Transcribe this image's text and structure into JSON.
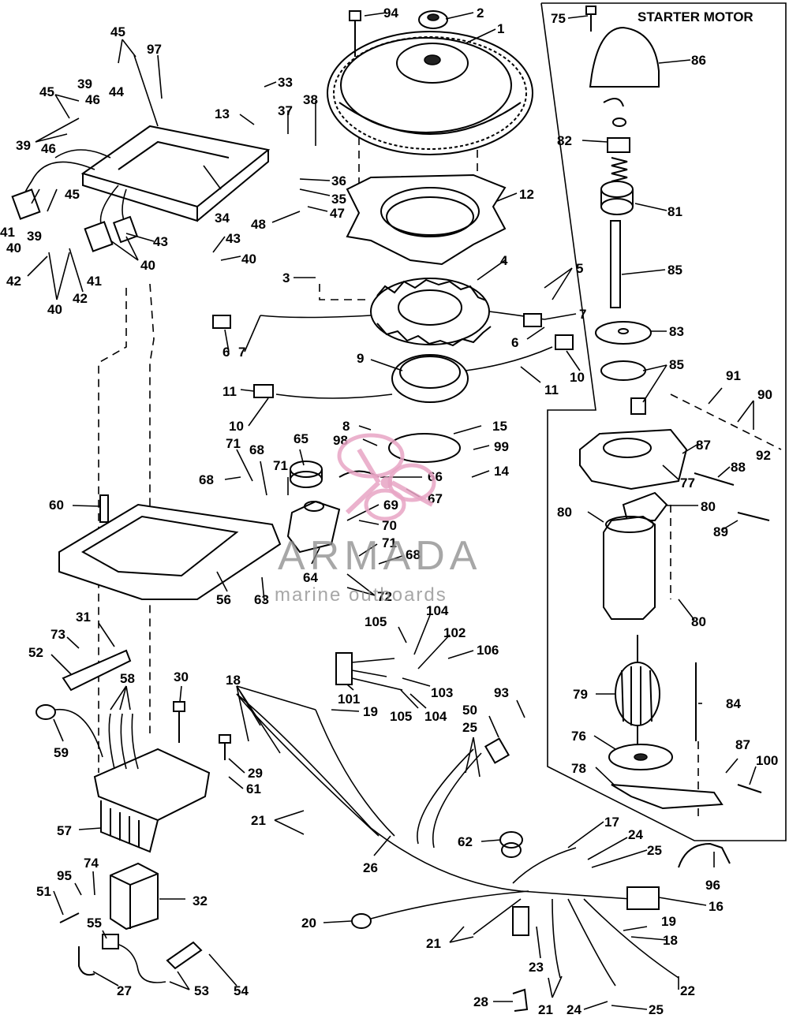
{
  "panel": {
    "title": "STARTER MOTOR"
  },
  "watermark": {
    "name": "ARMADA",
    "subtitle": "marine outboards",
    "accent": "#e7a4c4"
  },
  "callouts": [
    {
      "id": "c1",
      "text": "1"
    },
    {
      "id": "c2",
      "text": "2"
    },
    {
      "id": "c94",
      "text": "94"
    },
    {
      "id": "c33",
      "text": "33"
    },
    {
      "id": "c13",
      "text": "13"
    },
    {
      "id": "c37",
      "text": "37"
    },
    {
      "id": "c38",
      "text": "38"
    },
    {
      "id": "c45a",
      "text": "45"
    },
    {
      "id": "c97",
      "text": "97"
    },
    {
      "id": "c39a",
      "text": "39"
    },
    {
      "id": "c44",
      "text": "44"
    },
    {
      "id": "c45b",
      "text": "45"
    },
    {
      "id": "c46a",
      "text": "46"
    },
    {
      "id": "c39b",
      "text": "39"
    },
    {
      "id": "c46b",
      "text": "46"
    },
    {
      "id": "c45c",
      "text": "45"
    },
    {
      "id": "c41a",
      "text": "41"
    },
    {
      "id": "c40a",
      "text": "40"
    },
    {
      "id": "c39c",
      "text": "39"
    },
    {
      "id": "c43a",
      "text": "43"
    },
    {
      "id": "c40b",
      "text": "40"
    },
    {
      "id": "c41b",
      "text": "41"
    },
    {
      "id": "c42a",
      "text": "42"
    },
    {
      "id": "c40c",
      "text": "40"
    },
    {
      "id": "c42b",
      "text": "42"
    },
    {
      "id": "c34",
      "text": "34"
    },
    {
      "id": "c43b",
      "text": "43"
    },
    {
      "id": "c40d",
      "text": "40"
    },
    {
      "id": "c36",
      "text": "36"
    },
    {
      "id": "c35",
      "text": "35"
    },
    {
      "id": "c47",
      "text": "47"
    },
    {
      "id": "c48",
      "text": "48"
    },
    {
      "id": "c12",
      "text": "12"
    },
    {
      "id": "c3",
      "text": "3"
    },
    {
      "id": "c4",
      "text": "4"
    },
    {
      "id": "c5",
      "text": "5"
    },
    {
      "id": "c7a",
      "text": "7"
    },
    {
      "id": "c6a",
      "text": "6"
    },
    {
      "id": "c6b",
      "text": "6"
    },
    {
      "id": "c7b",
      "text": "7"
    },
    {
      "id": "c9",
      "text": "9"
    },
    {
      "id": "c10a",
      "text": "10"
    },
    {
      "id": "c11a",
      "text": "11"
    },
    {
      "id": "c11b",
      "text": "11"
    },
    {
      "id": "c10b",
      "text": "10"
    },
    {
      "id": "c8",
      "text": "8"
    },
    {
      "id": "c15",
      "text": "15"
    },
    {
      "id": "c98",
      "text": "98"
    },
    {
      "id": "c99",
      "text": "99"
    },
    {
      "id": "c71a",
      "text": "71"
    },
    {
      "id": "c68a",
      "text": "68"
    },
    {
      "id": "c65",
      "text": "65"
    },
    {
      "id": "c71b",
      "text": "71"
    },
    {
      "id": "c68b",
      "text": "68"
    },
    {
      "id": "c66",
      "text": "66"
    },
    {
      "id": "c14",
      "text": "14"
    },
    {
      "id": "c67",
      "text": "67"
    },
    {
      "id": "c60",
      "text": "60"
    },
    {
      "id": "c69",
      "text": "69"
    },
    {
      "id": "c70",
      "text": "70"
    },
    {
      "id": "c71c",
      "text": "71"
    },
    {
      "id": "c68c",
      "text": "68"
    },
    {
      "id": "c64",
      "text": "64"
    },
    {
      "id": "c72",
      "text": "72"
    },
    {
      "id": "c56",
      "text": "56"
    },
    {
      "id": "c63",
      "text": "63"
    },
    {
      "id": "c31",
      "text": "31"
    },
    {
      "id": "c73",
      "text": "73"
    },
    {
      "id": "c52",
      "text": "52"
    },
    {
      "id": "c58",
      "text": "58"
    },
    {
      "id": "c30",
      "text": "30"
    },
    {
      "id": "c59",
      "text": "59"
    },
    {
      "id": "c18",
      "text": "18"
    },
    {
      "id": "c19a",
      "text": "19"
    },
    {
      "id": "c29",
      "text": "29"
    },
    {
      "id": "c61",
      "text": "61"
    },
    {
      "id": "c57",
      "text": "57"
    },
    {
      "id": "c21a",
      "text": "21"
    },
    {
      "id": "c26",
      "text": "26"
    },
    {
      "id": "c105a",
      "text": "105"
    },
    {
      "id": "c104a",
      "text": "104"
    },
    {
      "id": "c102",
      "text": "102"
    },
    {
      "id": "c106",
      "text": "106"
    },
    {
      "id": "c101",
      "text": "101"
    },
    {
      "id": "c103",
      "text": "103"
    },
    {
      "id": "c105b",
      "text": "105"
    },
    {
      "id": "c104b",
      "text": "104"
    },
    {
      "id": "c93",
      "text": "93"
    },
    {
      "id": "c50",
      "text": "50"
    },
    {
      "id": "c25a",
      "text": "25"
    },
    {
      "id": "c62",
      "text": "62"
    },
    {
      "id": "c17",
      "text": "17"
    },
    {
      "id": "c24a",
      "text": "24"
    },
    {
      "id": "c25b",
      "text": "25"
    },
    {
      "id": "c96",
      "text": "96"
    },
    {
      "id": "c16",
      "text": "16"
    },
    {
      "id": "c95",
      "text": "95"
    },
    {
      "id": "c74",
      "text": "74"
    },
    {
      "id": "c51",
      "text": "51"
    },
    {
      "id": "c32",
      "text": "32"
    },
    {
      "id": "c55",
      "text": "55"
    },
    {
      "id": "c20",
      "text": "20"
    },
    {
      "id": "c21b",
      "text": "21"
    },
    {
      "id": "c19b",
      "text": "19"
    },
    {
      "id": "c18b",
      "text": "18"
    },
    {
      "id": "c23",
      "text": "23"
    },
    {
      "id": "c22",
      "text": "22"
    },
    {
      "id": "c27",
      "text": "27"
    },
    {
      "id": "c53",
      "text": "53"
    },
    {
      "id": "c54",
      "text": "54"
    },
    {
      "id": "c28",
      "text": "28"
    },
    {
      "id": "c21c",
      "text": "21"
    },
    {
      "id": "c24b",
      "text": "24"
    },
    {
      "id": "c25c",
      "text": "25"
    },
    {
      "id": "c75",
      "text": "75"
    },
    {
      "id": "c86",
      "text": "86"
    },
    {
      "id": "c82",
      "text": "82"
    },
    {
      "id": "c81",
      "text": "81"
    },
    {
      "id": "c85a",
      "text": "85"
    },
    {
      "id": "c83",
      "text": "83"
    },
    {
      "id": "c85b",
      "text": "85"
    },
    {
      "id": "c91",
      "text": "91"
    },
    {
      "id": "c90",
      "text": "90"
    },
    {
      "id": "c92",
      "text": "92"
    },
    {
      "id": "c87a",
      "text": "87"
    },
    {
      "id": "c88",
      "text": "88"
    },
    {
      "id": "c77",
      "text": "77"
    },
    {
      "id": "c80a",
      "text": "80"
    },
    {
      "id": "c80b",
      "text": "80"
    },
    {
      "id": "c89",
      "text": "89"
    },
    {
      "id": "c80c",
      "text": "80"
    },
    {
      "id": "c79",
      "text": "79"
    },
    {
      "id": "c84",
      "text": "84"
    },
    {
      "id": "c76",
      "text": "76"
    },
    {
      "id": "c87b",
      "text": "87"
    },
    {
      "id": "c100",
      "text": "100"
    },
    {
      "id": "c78",
      "text": "78"
    }
  ]
}
